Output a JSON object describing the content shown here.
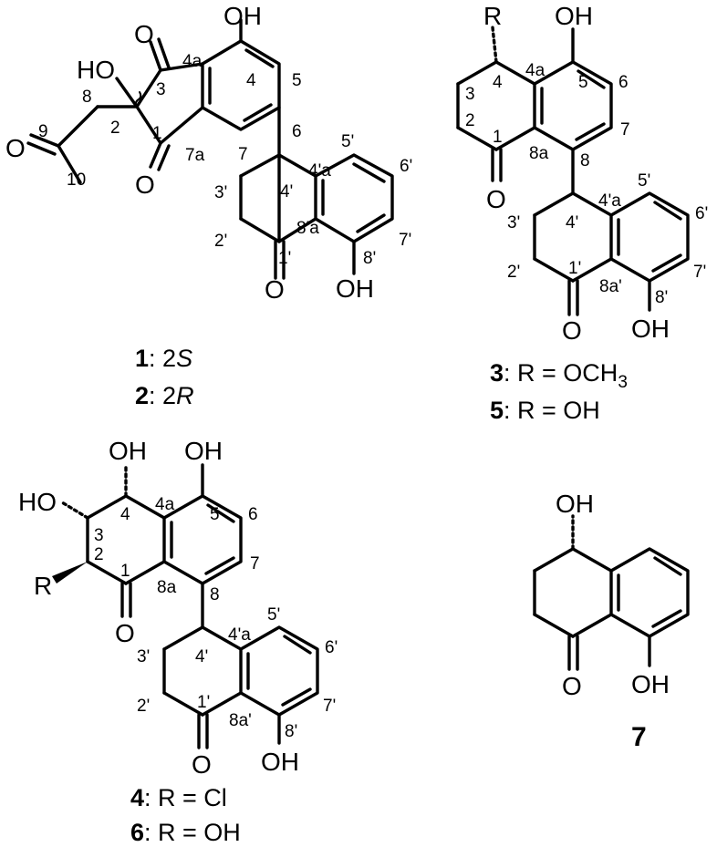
{
  "compound_1_2": {
    "atom_labels": {
      "oh_top": "OH",
      "ho": "HO",
      "o3": "O",
      "o1": "O",
      "o9": "O",
      "oh_bottom": "OH",
      "o_ketone": "O"
    },
    "position_labels": [
      "4",
      "4a",
      "5",
      "3",
      "6",
      "2",
      "8",
      "1",
      "7a",
      "7",
      "9",
      "10",
      "3'",
      "4'",
      "4'a",
      "5'",
      "6'",
      "2'",
      "1'",
      "8'a",
      "7'",
      "8'"
    ],
    "caption_1": {
      "id": "1",
      "sep": ": 2",
      "config": "S"
    },
    "caption_2": {
      "id": "2",
      "sep": ": 2",
      "config": "R"
    }
  },
  "compound_3_5": {
    "atom_labels": {
      "r": "R",
      "oh_top": "OH",
      "o1": "O",
      "o_ketone": "O",
      "oh_bottom": "OH"
    },
    "position_labels": [
      "4",
      "4a",
      "5",
      "3",
      "6",
      "2",
      "1",
      "8a",
      "7",
      "8",
      "3'",
      "4'",
      "4'a",
      "5'",
      "6'",
      "2'",
      "1'",
      "8a'",
      "7'",
      "8'"
    ],
    "caption_3": {
      "id": "3",
      "text": ": R = OCH",
      "sub": "3"
    },
    "caption_5": {
      "id": "5",
      "text": ": R = OH"
    }
  },
  "compound_4_6": {
    "atom_labels": {
      "oh_c4": "OH",
      "oh_c5": "OH",
      "ho_c3": "HO",
      "r": "R",
      "o1": "O",
      "o_ketone": "O",
      "oh_bottom": "OH"
    },
    "position_labels": [
      "4",
      "4a",
      "5",
      "3",
      "6",
      "2",
      "1",
      "8a",
      "7",
      "8",
      "3'",
      "4'",
      "4'a",
      "5'",
      "6'",
      "2'",
      "1'",
      "8a'",
      "7'",
      "8'"
    ],
    "caption_4": {
      "id": "4",
      "text": ": R = Cl"
    },
    "caption_6": {
      "id": "6",
      "text": ": R = OH"
    }
  },
  "compound_7": {
    "atom_labels": {
      "oh_top": "OH",
      "o_ketone": "O",
      "oh_bottom": "OH"
    },
    "caption": "7"
  }
}
